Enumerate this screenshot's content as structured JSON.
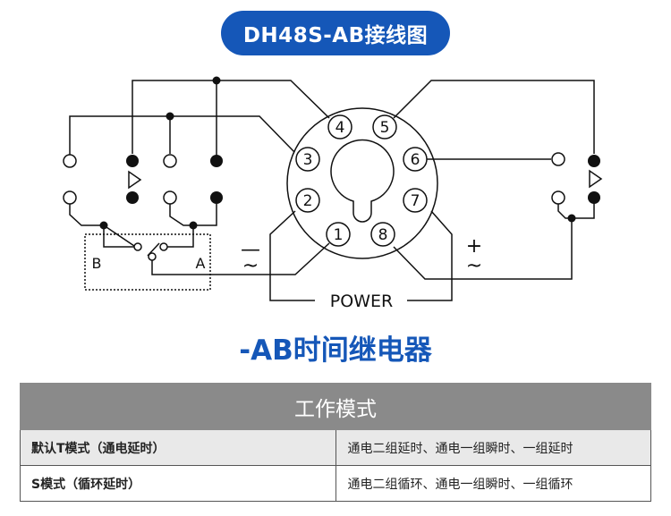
{
  "header": {
    "title": "DH48S-AB接线图"
  },
  "diagram": {
    "pins": [
      "1",
      "2",
      "3",
      "4",
      "5",
      "6",
      "7",
      "8"
    ],
    "switch_labels": {
      "b": "B",
      "a": "A"
    },
    "power_label": "POWER",
    "polarity": {
      "negative": "—",
      "negative_ac": "~",
      "positive": "+",
      "positive_ac": "~"
    }
  },
  "subtitle": "-AB时间继电器",
  "mode_table": {
    "header": "工作模式",
    "rows": [
      {
        "mode": "默认T模式（通电延时）",
        "description": "通电二组延时、通电一组瞬时、一组延时"
      },
      {
        "mode": "S模式（循环延时）",
        "description": "通电二组循环、通电一组瞬时、一组循环"
      }
    ]
  },
  "colors": {
    "accent": "#1557b8",
    "table_header": "#8a8a8a",
    "row_alt": "#e9e9e9",
    "line": "#111111"
  }
}
